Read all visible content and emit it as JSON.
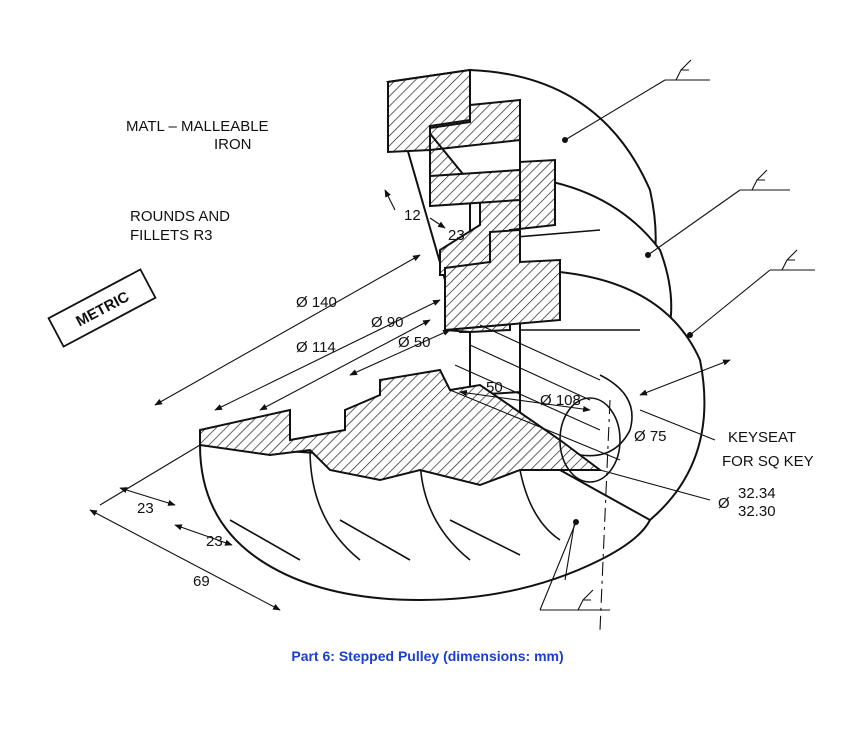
{
  "colors": {
    "ink": "#111111",
    "caption": "#1a3fcf",
    "background": "#ffffff"
  },
  "notes": {
    "material_line1": "MATL – MALLEABLE",
    "material_line2": "IRON",
    "rounds_line1": "ROUNDS AND",
    "rounds_line2": "FILLETS R3",
    "stamp": "METRIC",
    "keyseat_line1": "KEYSEAT",
    "keyseat_line2": "FOR SQ KEY"
  },
  "dims": {
    "d140": "Ø 140",
    "d114": "Ø 114",
    "d90": "Ø 90",
    "d50": "Ø 50",
    "d108": "Ø 108",
    "d75": "Ø 75",
    "len50": "50",
    "w12": "12",
    "w23_top": "23",
    "w23_a": "23",
    "w23_b": "23",
    "w69": "69",
    "bore_symbol": "Ø",
    "bore_max": "32.34",
    "bore_min": "32.30"
  },
  "caption": "Part 6: Stepped Pulley (dimensions: mm)"
}
